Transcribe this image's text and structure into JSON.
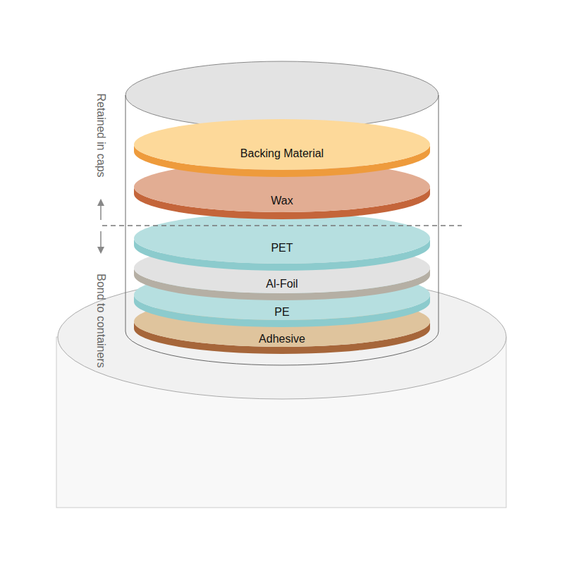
{
  "diagram": {
    "nodes": [
      {
        "text": [
          "Backing Material"
        ]
      },
      {
        "text": [
          "Wax"
        ]
      },
      {
        "text": [
          "PET"
        ]
      },
      {
        "text": [
          "Al-Foil"
        ]
      },
      {
        "text": [
          "PE"
        ]
      },
      {
        "text": [
          "Adhesive"
        ]
      }
    ],
    "labels": [
      "Retained in caps",
      "Bond to containers"
    ]
  }
}
